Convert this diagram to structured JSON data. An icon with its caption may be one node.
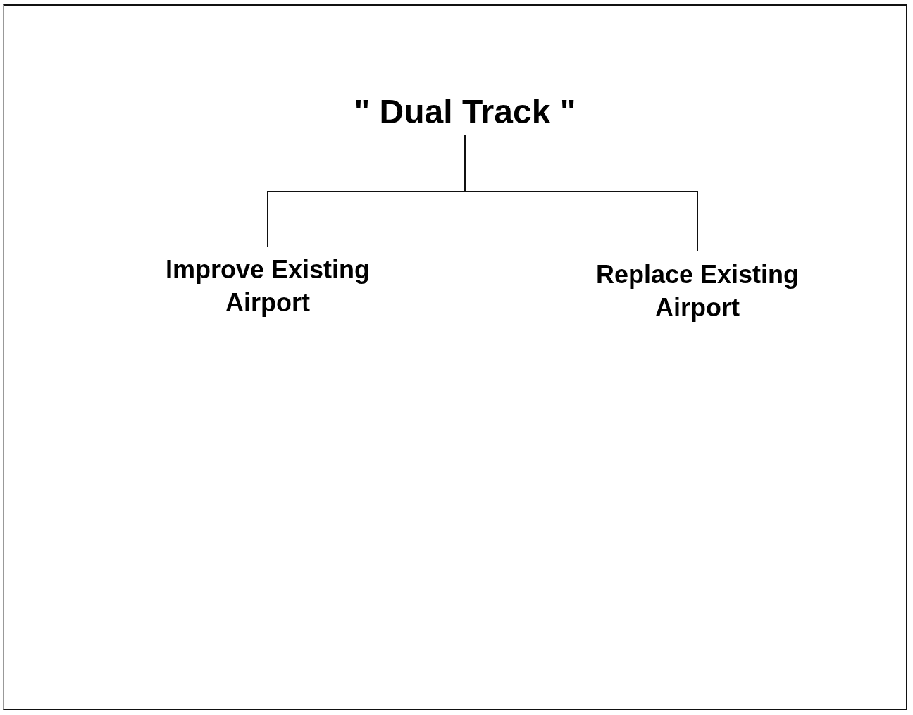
{
  "diagram": {
    "nodes": [
      {
        "text": [
          "\" Dual Track \""
        ]
      },
      {
        "text": [
          "Improve Existing Airport"
        ]
      },
      {
        "text": [
          "Replace Existing Airport"
        ]
      }
    ],
    "edges": [
      {
        "from": 0,
        "to": 1,
        "arrow": "none"
      },
      {
        "from": 0,
        "to": 2,
        "arrow": "none"
      }
    ]
  }
}
